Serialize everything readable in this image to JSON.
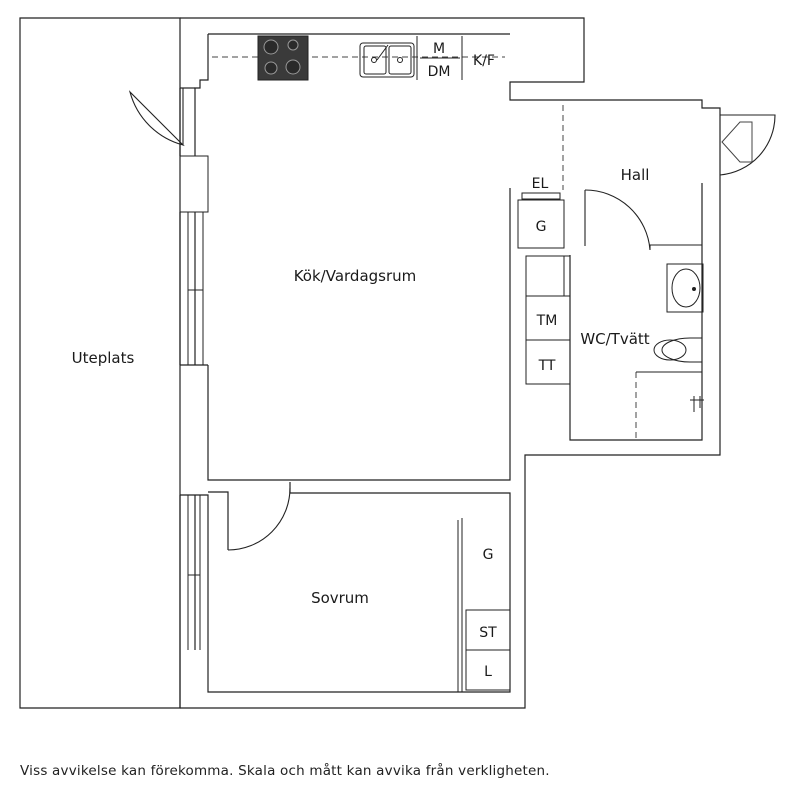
{
  "rooms": {
    "kitchen_living": "Kök/Vardagsrum",
    "hall": "Hall",
    "wc": "WC/Tvätt",
    "bedroom": "Sovrum",
    "patio": "Uteplats"
  },
  "fixtures": {
    "microwave": "M",
    "dishwasher": "DM",
    "fridge_freezer": "K/F",
    "electric_panel": "EL",
    "wardrobe_hall": "G",
    "dryer": "TM",
    "drying_cabinet": "TT",
    "wardrobe_bedroom": "G",
    "standing_wardrobe": "ST",
    "linen": "L"
  },
  "footer": {
    "disclaimer": "Viss avvikelse kan förekomma. Skala och mått kan avvika från verkligheten."
  }
}
